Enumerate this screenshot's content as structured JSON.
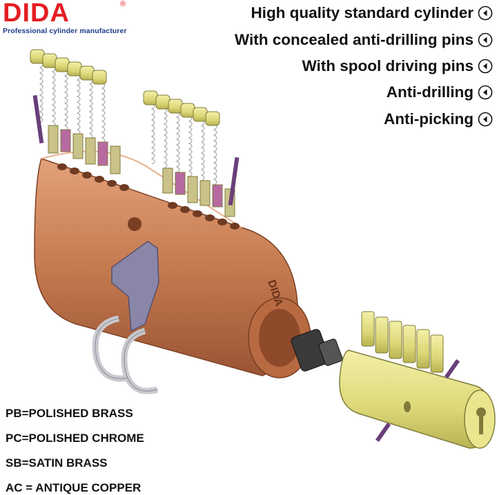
{
  "brand": {
    "logo_text": "DIDA",
    "registered_mark": "®",
    "tagline": "Professional cylinder manufacturer",
    "logo_color": "#e31e24",
    "tagline_color": "#1f3a8a"
  },
  "features": [
    {
      "label": "High quality standard cylinder",
      "icon": "circle-left-arrow-icon"
    },
    {
      "label": "With concealed anti-drilling pins",
      "icon": "circle-left-arrow-icon"
    },
    {
      "label": "With spool driving pins",
      "icon": "circle-left-arrow-icon"
    },
    {
      "label": "Anti-drilling",
      "icon": "circle-left-arrow-icon"
    },
    {
      "label": "Anti-picking",
      "icon": "circle-left-arrow-icon"
    }
  ],
  "finishes": [
    "PB=POLISHED BRASS",
    "PC=POLISHED CHROME",
    "SB=SATIN BRASS",
    "AC = ANTIQUE COPPER"
  ],
  "illustration": {
    "subject": "exploded-lock-cylinder",
    "body_engraving": "DIDA",
    "colors": {
      "cylinder_body": "#c77a52",
      "plug": "#e6e28a",
      "pins": "#c9c289",
      "spool_pins": "#b66aa0",
      "cam": "#8a86a8"
    }
  }
}
